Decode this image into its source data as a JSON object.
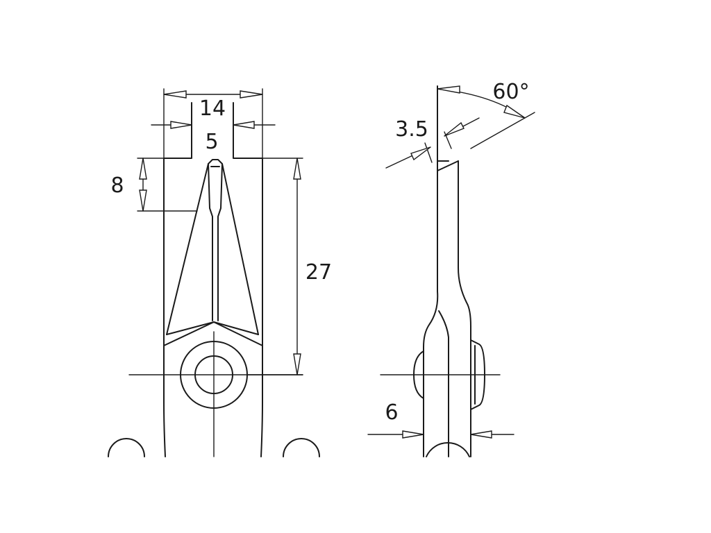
{
  "dimensions": {
    "width_outer": "14",
    "width_tip": "5",
    "tip_length": "8",
    "jaw_length": "27",
    "tip_thickness": "3.5",
    "bevel_angle": "60°",
    "body_thickness": "6"
  },
  "colors": {
    "line": "#1a1a1a",
    "background": "#ffffff"
  }
}
